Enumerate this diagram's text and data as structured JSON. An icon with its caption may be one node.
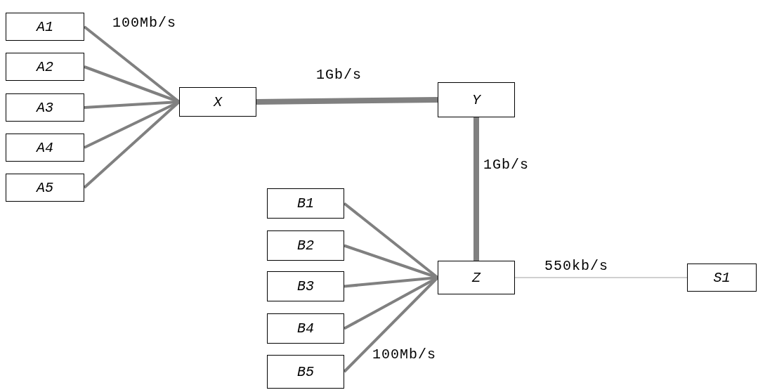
{
  "diagram": {
    "nodes": [
      {
        "text": [
          "A1"
        ]
      },
      {
        "text": [
          "A2"
        ]
      },
      {
        "text": [
          "A3"
        ]
      },
      {
        "text": [
          "A4"
        ]
      },
      {
        "text": [
          "A5"
        ]
      },
      {
        "text": [
          "X"
        ]
      },
      {
        "text": [
          "Y"
        ]
      },
      {
        "text": [
          "B1"
        ]
      },
      {
        "text": [
          "B2"
        ]
      },
      {
        "text": [
          "B3"
        ]
      },
      {
        "text": [
          "B4"
        ]
      },
      {
        "text": [
          "B5"
        ]
      },
      {
        "text": [
          "Z"
        ]
      },
      {
        "text": [
          "S1"
        ]
      }
    ],
    "edges": [
      {
        "from": 0,
        "to": 5,
        "arrow": "none",
        "label": "100Mb/s"
      },
      {
        "from": 1,
        "to": 5,
        "arrow": "none"
      },
      {
        "from": 2,
        "to": 5,
        "arrow": "none"
      },
      {
        "from": 3,
        "to": 5,
        "arrow": "none"
      },
      {
        "from": 4,
        "to": 5,
        "arrow": "none"
      },
      {
        "from": 5,
        "to": 6,
        "arrow": "none",
        "label": "1Gb/s",
        "style": "thick"
      },
      {
        "from": 6,
        "to": 12,
        "arrow": "none",
        "label": "1Gb/s",
        "style": "thick"
      },
      {
        "from": 7,
        "to": 12,
        "arrow": "none"
      },
      {
        "from": 8,
        "to": 12,
        "arrow": "none"
      },
      {
        "from": 9,
        "to": 12,
        "arrow": "none"
      },
      {
        "from": 10,
        "to": 12,
        "arrow": "none"
      },
      {
        "from": 11,
        "to": 12,
        "arrow": "none",
        "label": "100Mb/s"
      },
      {
        "from": 12,
        "to": 13,
        "arrow": "none",
        "label": "550kb/s",
        "color": "#a0a0a0"
      }
    ]
  }
}
